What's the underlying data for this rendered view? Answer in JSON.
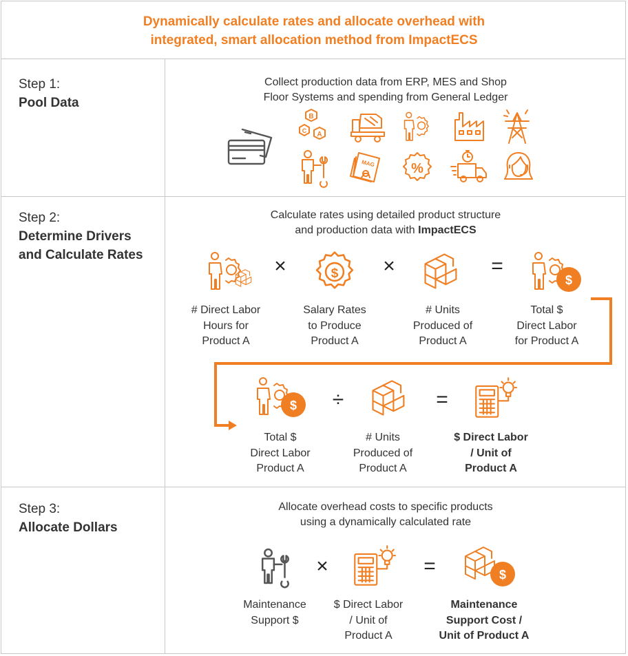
{
  "title": {
    "line1": "Dynamically calculate rates and allocate overhead with",
    "line2": "integrated, smart allocation method from ImpactECS"
  },
  "steps": [
    {
      "label": "Step 1:",
      "name_line1": "Pool Data",
      "desc_line1": "Collect production data from ERP, MES and Shop",
      "desc_line2": "Floor Systems and spending from General Ledger",
      "icons": [
        "credit-cards-icon",
        "abc-hexagons-icon",
        "cement-mixer-icon",
        "worker-gear-icon",
        "factory-icon",
        "power-tower-icon",
        "worker-wrench-icon",
        "magazine-icon",
        "percent-gear-icon",
        "delivery-truck-icon",
        "woman-headset-icon"
      ],
      "icon_text": {
        "b": "B",
        "c": "C",
        "a": "A",
        "mag": "MAG",
        "percent": "%"
      }
    },
    {
      "label": "Step 2:",
      "name_line1": "Determine Drivers",
      "name_line2": "and Calculate Rates",
      "desc_line1": "Calculate rates using detailed product structure",
      "desc_line2_pre": "and production data with ",
      "desc_line2_bold": "ImpactECS",
      "row1": {
        "captions": [
          [
            "# Direct Labor",
            "Hours for",
            "Product A"
          ],
          [
            "Salary Rates",
            "to Produce",
            "Product A"
          ],
          [
            "# Units",
            "Produced of",
            "Product A"
          ],
          [
            "Total $",
            "Direct Labor",
            "for Product A"
          ]
        ],
        "operators": [
          "×",
          "×",
          "="
        ]
      },
      "row2": {
        "captions": [
          [
            "Total $",
            "Direct Labor",
            "Product A"
          ],
          [
            "# Units",
            "Produced of",
            "Product A"
          ],
          [
            "$ Direct Labor",
            "/ Unit of",
            "Product A"
          ]
        ],
        "operators": [
          "÷",
          "="
        ]
      },
      "dollar_badge": "$",
      "salary_symbol": "$"
    },
    {
      "label": "Step 3:",
      "name_line1": "Allocate Dollars",
      "desc_line1": "Allocate overhead costs to specific products",
      "desc_line2": "using a dynamically calculated rate",
      "captions": [
        [
          "Maintenance",
          "Support $"
        ],
        [
          "$ Direct Labor",
          "/ Unit of",
          "Product A"
        ],
        [
          "Maintenance",
          "Support Cost /",
          "Unit of Product A"
        ]
      ],
      "operators": [
        "×",
        "="
      ]
    }
  ],
  "colors": {
    "accent": "#f07f23",
    "text": "#333333",
    "icon_gray": "#555555",
    "border": "#c8c8c8"
  }
}
